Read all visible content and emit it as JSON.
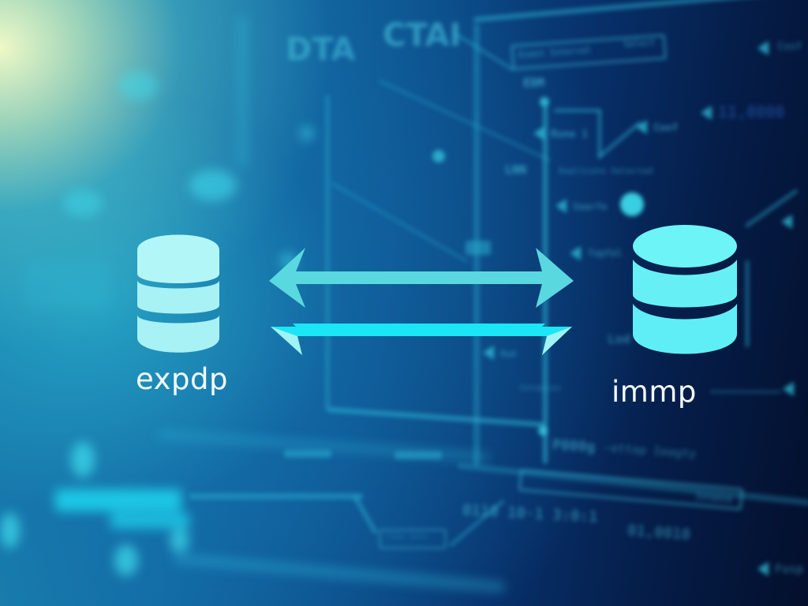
{
  "illustration": {
    "left_database": {
      "label": "expdp",
      "icon": "database-icon",
      "color": "#b3f6f8"
    },
    "right_database": {
      "label": "immp",
      "icon": "database-icon",
      "color": "#6cf4f7"
    },
    "arrows": {
      "top": {
        "direction": "bidirectional",
        "color": "#5ad8e0"
      },
      "bottom": {
        "direction": "bidirectional",
        "color": "#1ae6f5"
      }
    },
    "colors": {
      "glow": "#f7ffd0",
      "teal": "#1f93b4",
      "navy": "#040f2c",
      "trace": "#2bb6d6"
    }
  },
  "background_text": {
    "heading_left": "DTA",
    "heading_right": "CTAI",
    "box_top_label": "Event Interval",
    "box_top_action": "Select",
    "node_edm": "EDM",
    "node_lnn": "LNN",
    "label_rune": "Rune 1",
    "label_coof_1": "Coof",
    "label_coof_2": "Coof",
    "label_value": "11,0000",
    "label_duplicate": "Duplicate Selected",
    "label_search": "Searfe",
    "label_topfel": "Topfel",
    "label_lod": "Lod",
    "label_rud": "Rud",
    "label_code": "P000g",
    "label_status": "-ettap Ieagty",
    "box_bottom_label": "Intance",
    "label_time": "0110 10·1 3:0:1",
    "label_counter": "01,0010",
    "label_intances": "Intances",
    "label_tomo": "Tomo Sens",
    "label_top": "Fusp"
  }
}
